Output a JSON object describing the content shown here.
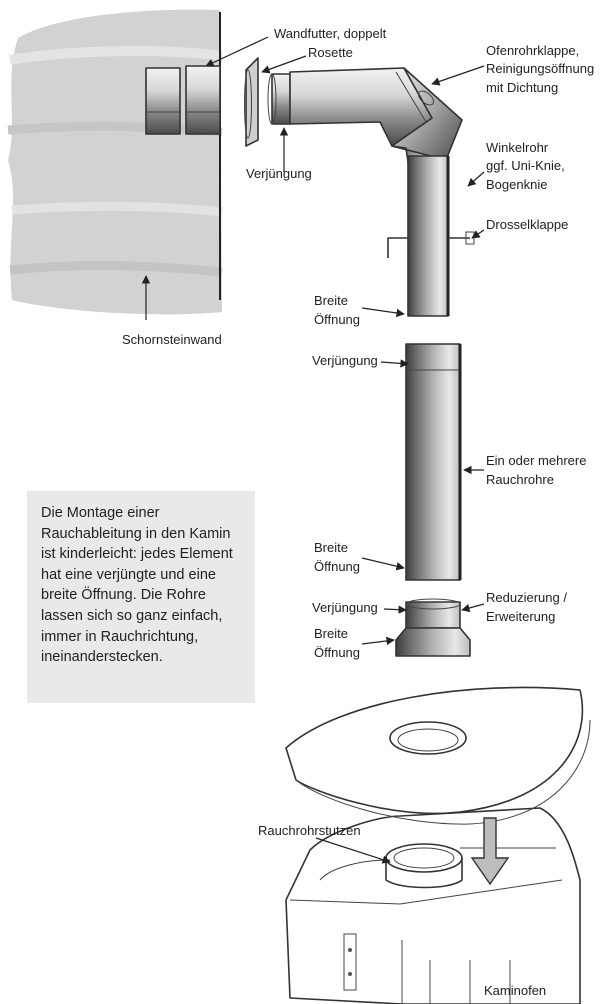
{
  "labels": {
    "wandfutter": "Wandfutter, doppelt",
    "rosette": "Rosette",
    "ofenrohrklappe": [
      "Ofenrohrklappe,",
      "Reinigungsöffnung",
      "mit Dichtung"
    ],
    "verjuengung_top": "Verjüngung",
    "winkelrohr": [
      "Winkelrohr",
      "ggf. Uni-Knie,",
      "Bogenknie"
    ],
    "drosselklappe": "Drosselklappe",
    "schornsteinwand": "Schornsteinwand",
    "breite_oeffnung_1": [
      "Breite",
      "Öffnung"
    ],
    "verjuengung_mid": "Verjüngung",
    "rauchrohre": [
      "Ein oder mehrere",
      "Rauchrohre"
    ],
    "breite_oeffnung_2": [
      "Breite",
      "Öffnung"
    ],
    "verjuengung_low": "Verjüngung",
    "reduzierung": [
      "Reduzierung /",
      "Erweiterung"
    ],
    "breite_oeffnung_3": [
      "Breite",
      "Öffnung"
    ],
    "rauchrohrstutzen": "Rauchrohrstutzen",
    "kaminofen": "Kaminofen"
  },
  "info_box": {
    "text": "Die Montage einer Rauchableitung in den Kamin ist kinderleicht: jedes Element hat eine verjüngte und eine breite Öffnung. Die Rohre lassen sich so ganz einfach, immer in Rauchrichtung, ineinanderstecken."
  },
  "colors": {
    "pipe_dark": "#4a4a4a",
    "pipe_mid": "#9a9a9a",
    "pipe_light": "#e6e6e6",
    "wall": "#d4d4d4",
    "box": "#e9e9e9"
  }
}
